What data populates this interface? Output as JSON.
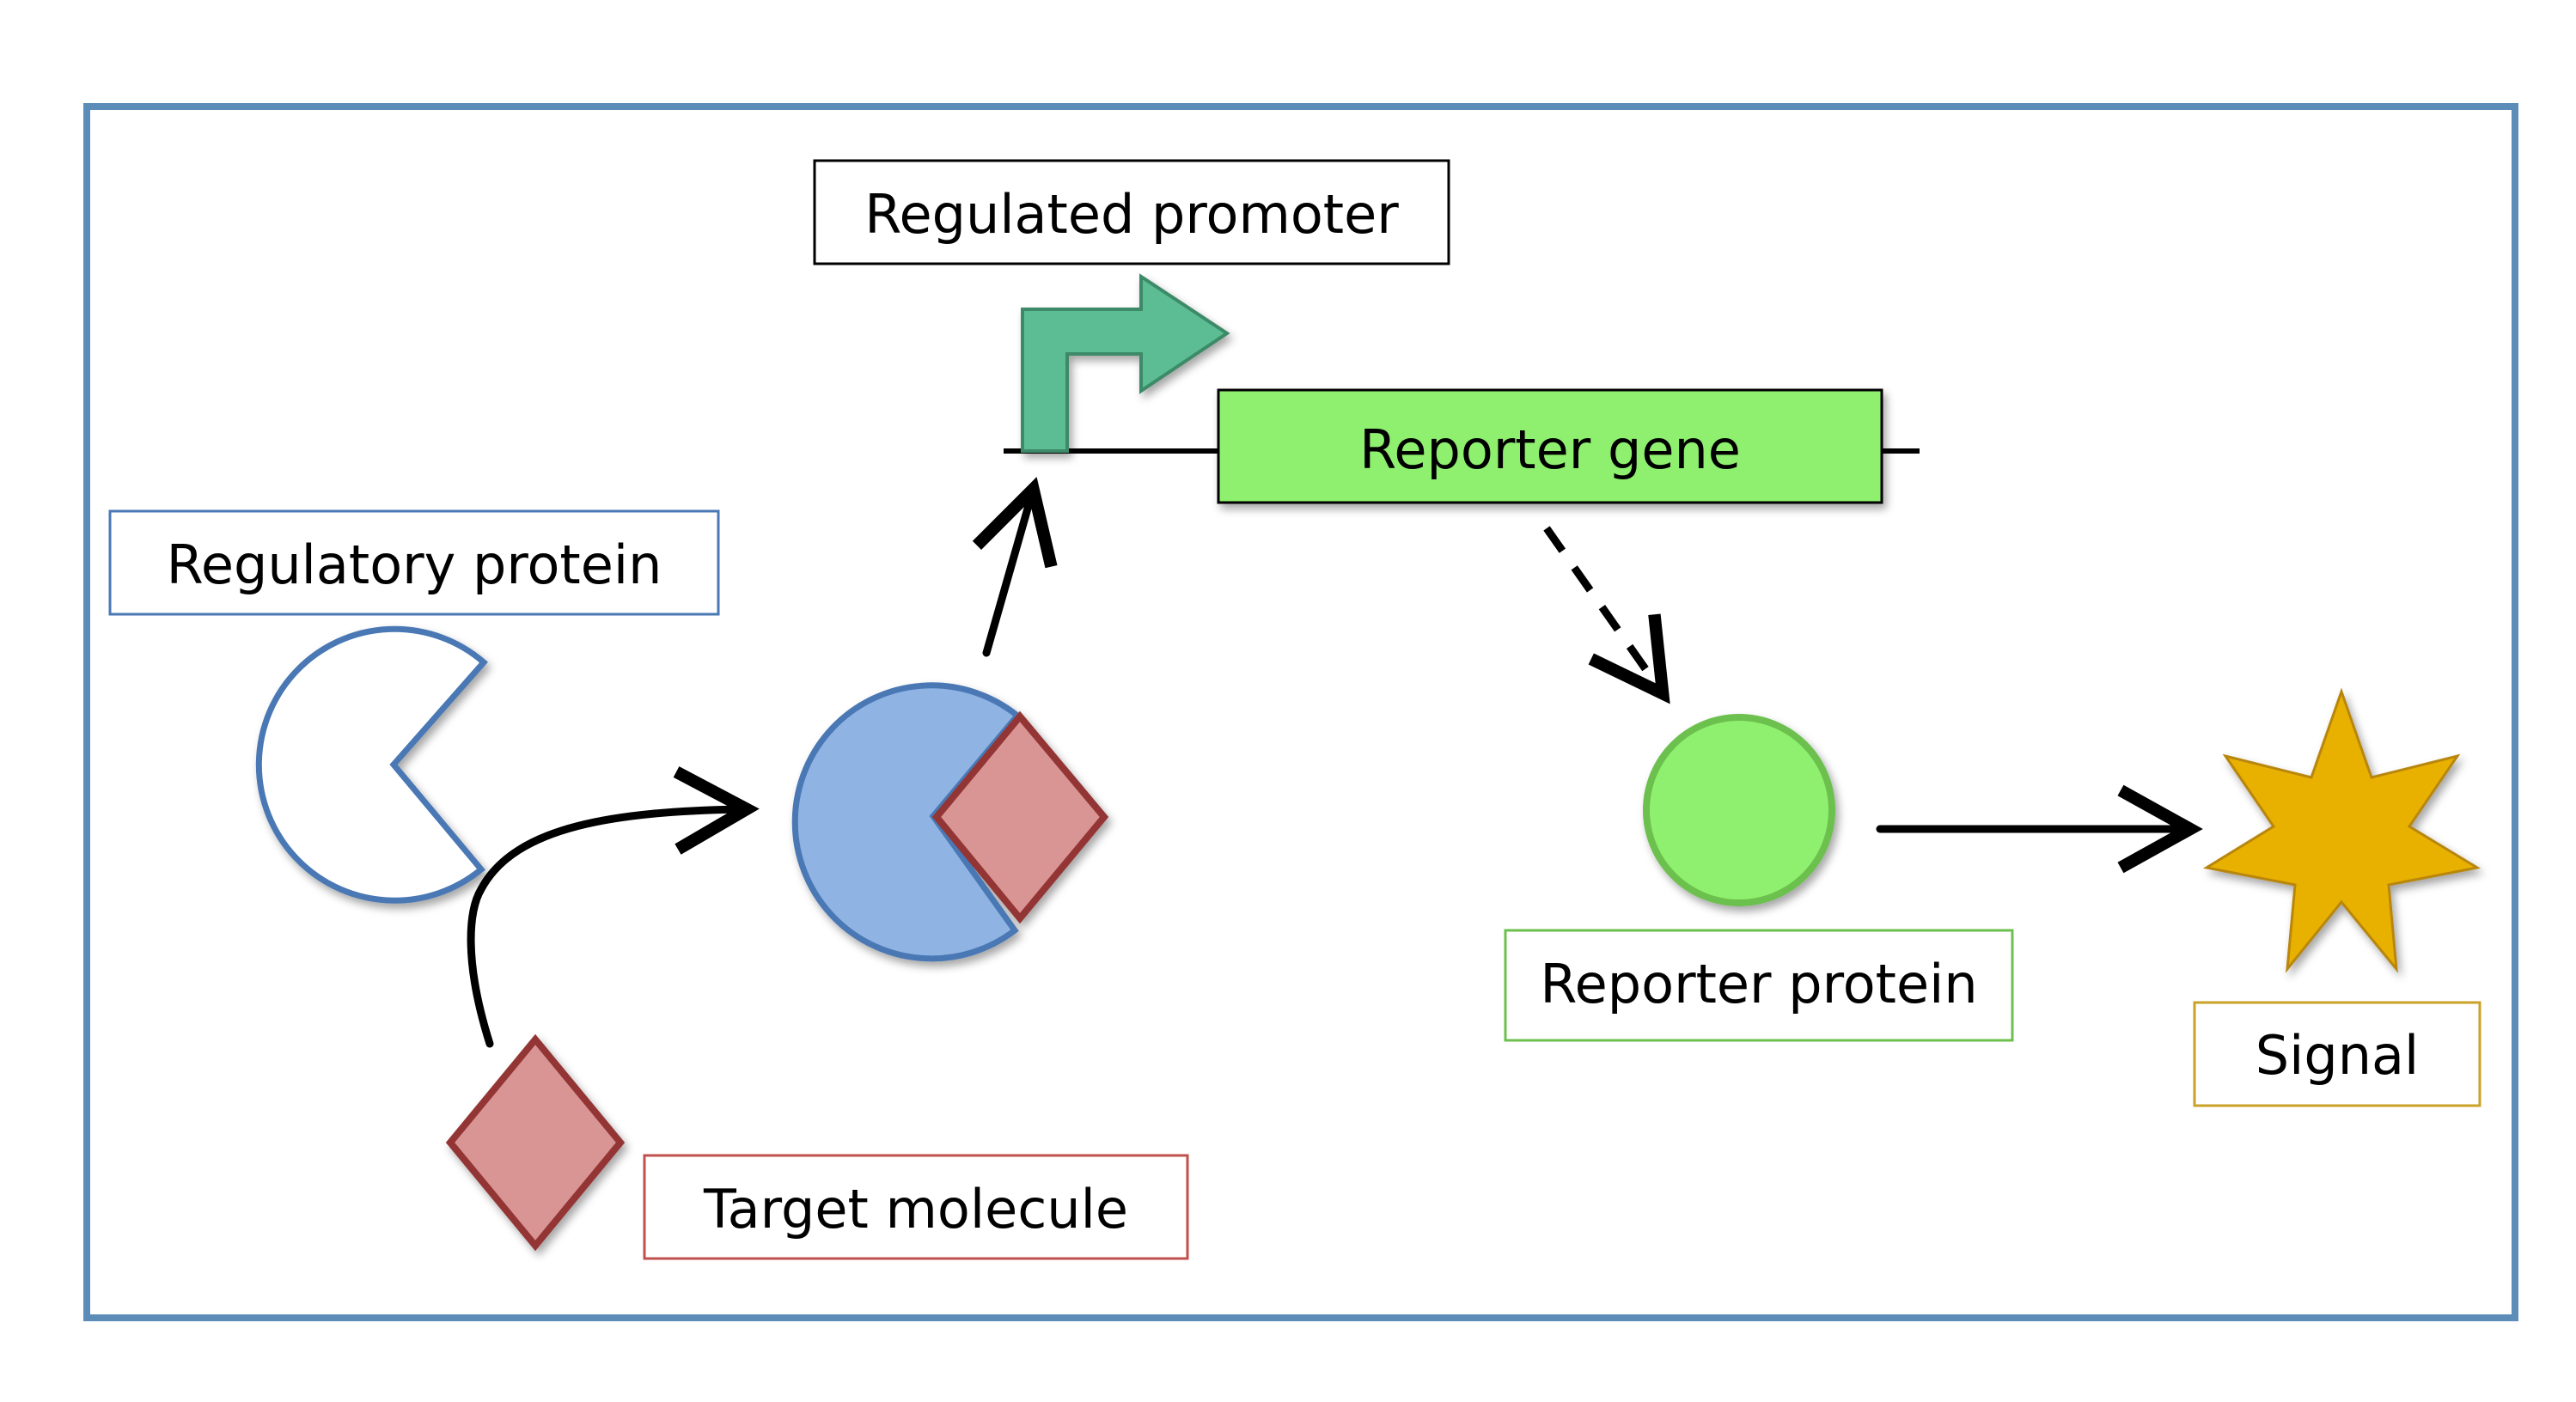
{
  "diagram": {
    "labels": {
      "regulated_promoter": "Regulated promoter",
      "reporter_gene": "Reporter gene",
      "regulatory_protein": "Regulatory protein",
      "target_molecule": "Target molecule",
      "reporter_protein": "Reporter protein",
      "signal": "Signal"
    },
    "colors": {
      "frame": "#5b8db8",
      "regulatory_protein_stroke": "#4a78b4",
      "regulatory_protein_fill": "#8fb3e3",
      "target_molecule_stroke": "#943634",
      "target_molecule_fill": "#d99594",
      "promoter_fill": "#5bbd94",
      "promoter_stroke": "#3c8a68",
      "reporter_gene_fill": "#8ef06e",
      "reporter_protein_stroke": "#6cc04e",
      "reporter_protein_fill": "#8ef06e",
      "signal_fill": "#e8b100",
      "signal_stroke": "#b8860b",
      "reporter_protein_box": "#6cc04e",
      "signal_box": "#c9a227",
      "regulatory_protein_box": "#4a78b4",
      "target_molecule_box": "#c0504d"
    }
  }
}
